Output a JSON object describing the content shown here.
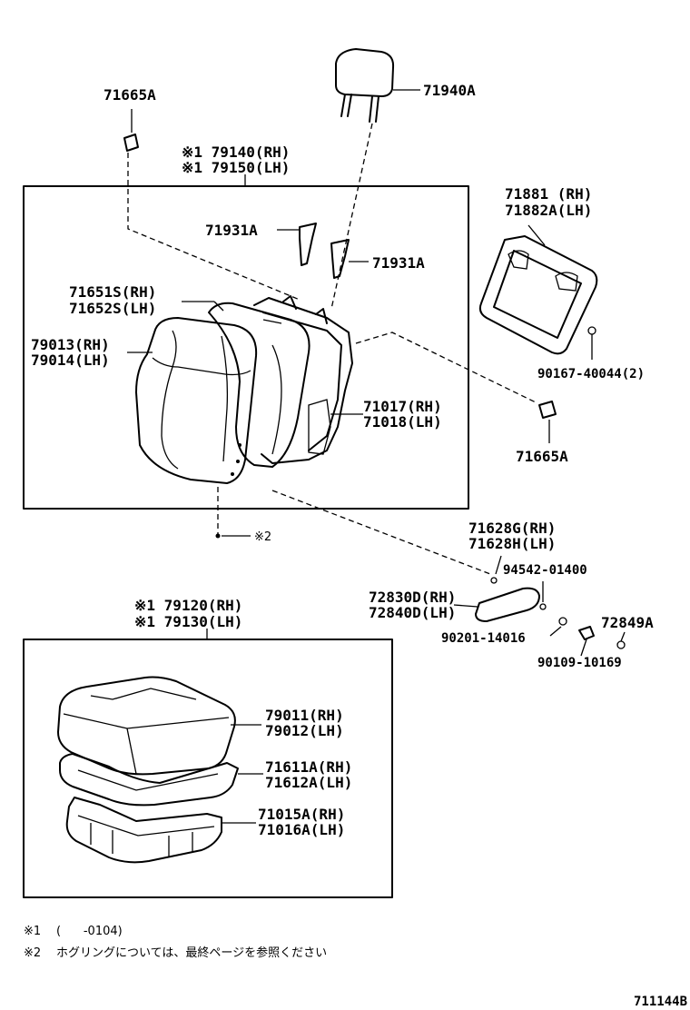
{
  "upper_group": {
    "header_line1": "※1 79140(RH)",
    "header_line2": "※1 79150(LH)"
  },
  "lower_group": {
    "header_line1": "※1 79120(RH)",
    "header_line2": "※1 79130(LH)"
  },
  "labels": {
    "p71665a_top": "71665A",
    "p71940a": "71940A",
    "p71931a_left": "71931A",
    "p71931a_right": "71931A",
    "p71881": "71881 (RH)",
    "p71882a": "71882A(LH)",
    "p71651s": "71651S(RH)",
    "p71652s": "71652S(LH)",
    "p79013": "79013(RH)",
    "p79014": "79014(LH)",
    "p71017": "71017(RH)",
    "p71018": "71018(LH)",
    "p90167": "90167-40044(2)",
    "p71665a_right": "71665A",
    "p_note2_ref": "※2",
    "p71628g": "71628G(RH)",
    "p71628h": "71628H(LH)",
    "p94542": "94542-01400",
    "p72830d": "72830D(RH)",
    "p72840d": "72840D(LH)",
    "p72849a": "72849A",
    "p90201": "90201-14016",
    "p90109": "90109-10169",
    "p79011": "79011(RH)",
    "p79012": "79012(LH)",
    "p71611a": "71611A(RH)",
    "p71612a": "71612A(LH)",
    "p71015a": "71015A(RH)",
    "p71016a": "71016A(LH)"
  },
  "footnotes": {
    "note1_mark": "※1",
    "note1_text": "(      -0104)",
    "note2_mark": "※2",
    "note2_text": "ホグリングについては、最終ページを参照ください"
  },
  "diagram_code": "711144B"
}
